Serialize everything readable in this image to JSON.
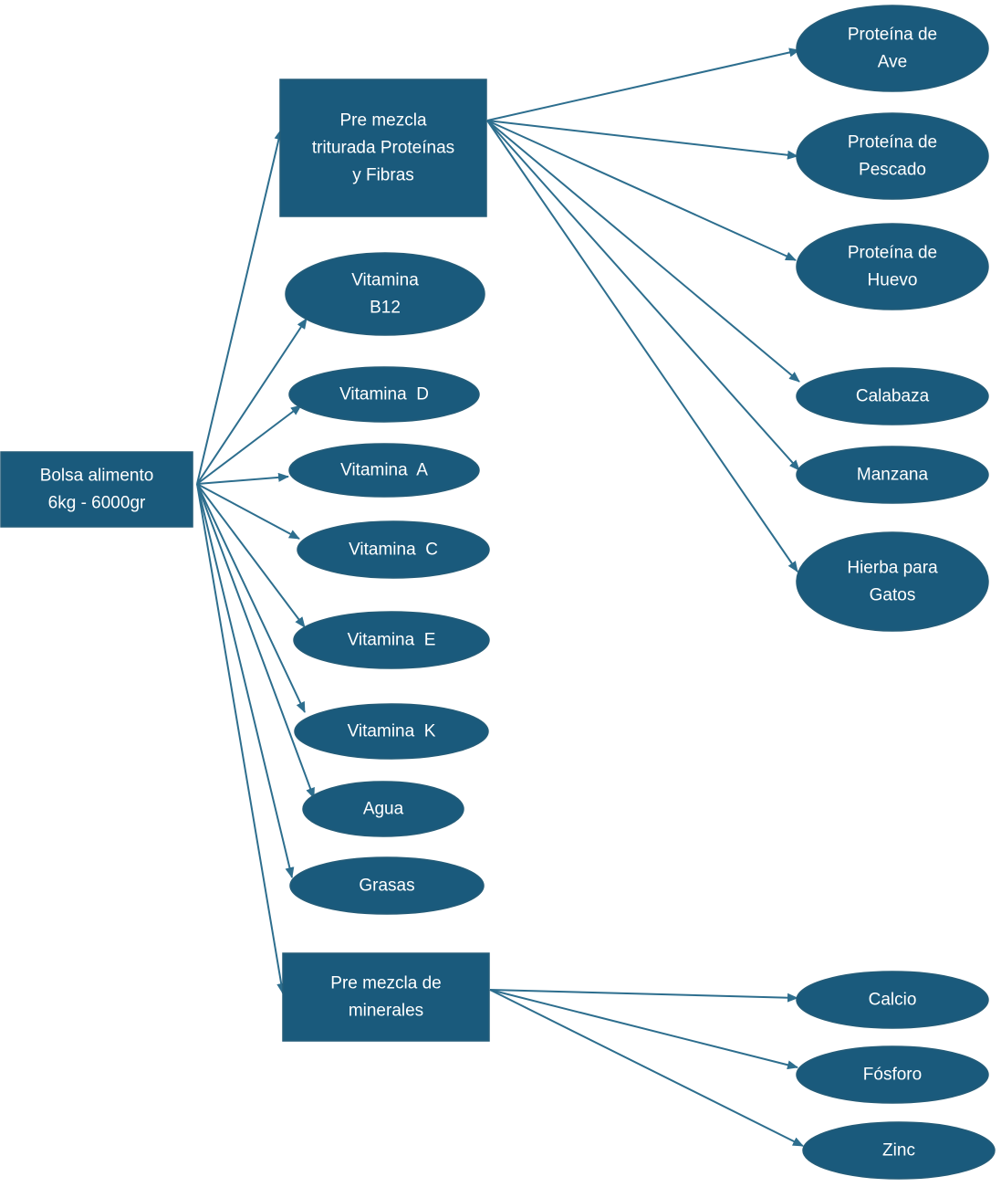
{
  "colors": {
    "node_fill": "#1a5a7c",
    "node_stroke": "#245c78",
    "edge": "#2d6e8e",
    "text": "#ffffff"
  },
  "nodes": [
    {
      "id": "bolsa",
      "shape": "rect",
      "lines": [
        "Bolsa alimento",
        "6kg - 6000gr"
      ]
    },
    {
      "id": "premezcla-proteinas",
      "shape": "rect",
      "lines": [
        "Pre mezcla",
        "triturada Proteínas",
        "y Fibras"
      ]
    },
    {
      "id": "vitamina-b12",
      "shape": "ellipse",
      "lines": [
        "Vitamina",
        "B12"
      ]
    },
    {
      "id": "vitamina-d",
      "shape": "ellipse",
      "lines": [
        "Vitamina  D"
      ]
    },
    {
      "id": "vitamina-a",
      "shape": "ellipse",
      "lines": [
        "Vitamina  A"
      ]
    },
    {
      "id": "vitamina-c",
      "shape": "ellipse",
      "lines": [
        "Vitamina  C"
      ]
    },
    {
      "id": "vitamina-e",
      "shape": "ellipse",
      "lines": [
        "Vitamina  E"
      ]
    },
    {
      "id": "vitamina-k",
      "shape": "ellipse",
      "lines": [
        "Vitamina  K"
      ]
    },
    {
      "id": "agua",
      "shape": "ellipse",
      "lines": [
        "Agua"
      ]
    },
    {
      "id": "grasas",
      "shape": "ellipse",
      "lines": [
        "Grasas"
      ]
    },
    {
      "id": "premezcla-minerales",
      "shape": "rect",
      "lines": [
        "Pre mezcla de",
        "minerales"
      ]
    },
    {
      "id": "proteina-ave",
      "shape": "ellipse",
      "lines": [
        "Proteína de",
        "Ave"
      ]
    },
    {
      "id": "proteina-pescado",
      "shape": "ellipse",
      "lines": [
        "Proteína de",
        "Pescado"
      ]
    },
    {
      "id": "proteina-huevo",
      "shape": "ellipse",
      "lines": [
        "Proteína de",
        "Huevo"
      ]
    },
    {
      "id": "calabaza",
      "shape": "ellipse",
      "lines": [
        "Calabaza"
      ]
    },
    {
      "id": "manzana",
      "shape": "ellipse",
      "lines": [
        "Manzana"
      ]
    },
    {
      "id": "hierba",
      "shape": "ellipse",
      "lines": [
        "Hierba para",
        "Gatos"
      ]
    },
    {
      "id": "calcio",
      "shape": "ellipse",
      "lines": [
        "Calcio"
      ]
    },
    {
      "id": "fosforo",
      "shape": "ellipse",
      "lines": [
        "Fósforo"
      ]
    },
    {
      "id": "zinc",
      "shape": "ellipse",
      "lines": [
        "Zinc"
      ]
    }
  ],
  "edges": [
    {
      "from": "bolsa",
      "to": "premezcla-proteinas"
    },
    {
      "from": "bolsa",
      "to": "vitamina-b12"
    },
    {
      "from": "bolsa",
      "to": "vitamina-d"
    },
    {
      "from": "bolsa",
      "to": "vitamina-a"
    },
    {
      "from": "bolsa",
      "to": "vitamina-c"
    },
    {
      "from": "bolsa",
      "to": "vitamina-e"
    },
    {
      "from": "bolsa",
      "to": "vitamina-k"
    },
    {
      "from": "bolsa",
      "to": "agua"
    },
    {
      "from": "bolsa",
      "to": "grasas"
    },
    {
      "from": "bolsa",
      "to": "premezcla-minerales"
    },
    {
      "from": "premezcla-proteinas",
      "to": "proteina-ave"
    },
    {
      "from": "premezcla-proteinas",
      "to": "proteina-pescado"
    },
    {
      "from": "premezcla-proteinas",
      "to": "proteina-huevo"
    },
    {
      "from": "premezcla-proteinas",
      "to": "calabaza"
    },
    {
      "from": "premezcla-proteinas",
      "to": "manzana"
    },
    {
      "from": "premezcla-proteinas",
      "to": "hierba"
    },
    {
      "from": "premezcla-minerales",
      "to": "calcio"
    },
    {
      "from": "premezcla-minerales",
      "to": "fosforo"
    },
    {
      "from": "premezcla-minerales",
      "to": "zinc"
    }
  ]
}
